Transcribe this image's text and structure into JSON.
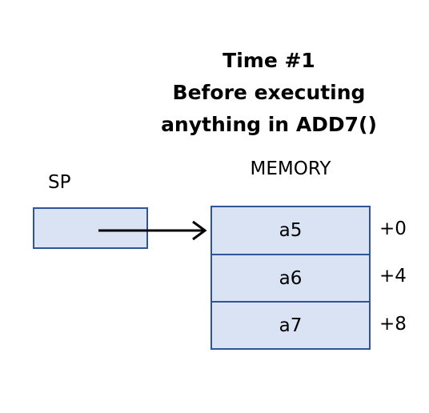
{
  "title": {
    "line1": "Time #1",
    "line2": "Before executing",
    "line3": "anything in ADD7()"
  },
  "memory": {
    "label": "MEMORY",
    "cells": [
      "a5",
      "a6",
      "a7"
    ],
    "offsets": [
      "+0",
      "+4",
      "+8"
    ]
  },
  "sp": {
    "label": "SP"
  },
  "colors": {
    "box_fill": "#dae3f3",
    "box_border": "#2f5597",
    "arrow": "#000000"
  }
}
